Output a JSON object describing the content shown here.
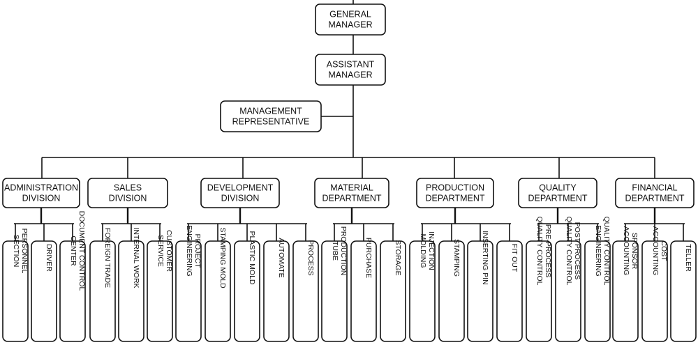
{
  "org_chart": {
    "general_manager": [
      "GENERAL",
      "MANAGER"
    ],
    "assistant_manager": [
      "ASSISTANT",
      "MANAGER"
    ],
    "management_representative": [
      "MANAGEMENT",
      "REPRESENTATIVE"
    ],
    "departments": [
      {
        "label": [
          "ADMINISTRATION",
          "DIVISION"
        ],
        "units": [
          [
            "PERSONNEL",
            "SECTION"
          ],
          [
            "DRIVER"
          ],
          [
            "DOCUMENT CONTROL",
            "CENTER"
          ]
        ]
      },
      {
        "label": [
          "SALES",
          "DIVISION"
        ],
        "units": [
          [
            "FOREIGN TRADE"
          ],
          [
            "INTERNAL WORK"
          ],
          [
            "CUSTOMER",
            "SERVICE"
          ]
        ]
      },
      {
        "label": [
          "DEVELOPMENT",
          "DIVISION"
        ],
        "units": [
          [
            "PROJECT",
            "ENGINEERING"
          ],
          [
            "STAMPING MOLD"
          ],
          [
            "PLASTIC MOLD"
          ],
          [
            "AUTOMATE"
          ],
          [
            "PROCESS"
          ]
        ]
      },
      {
        "label": [
          "MATERIAL",
          "DEPARTMENT"
        ],
        "units": [
          [
            "PRODUCTION",
            "TUBE"
          ],
          [
            "PURCHASE"
          ],
          [
            "STORAGE"
          ]
        ]
      },
      {
        "label": [
          "PRODUCTION",
          "DEPARTMENT"
        ],
        "units": [
          [
            "INJECTION",
            "MOLDING"
          ],
          [
            "STAMPING"
          ],
          [
            "INSERTING PIN"
          ],
          [
            "FIT OUT"
          ]
        ]
      },
      {
        "label": [
          "QUALITY",
          "DEPARTMENT"
        ],
        "units": [
          [
            "PRE-PROCESS",
            "QUALITY CONTROL"
          ],
          [
            "POST PROCESS",
            "QUALITY CONTROL"
          ],
          [
            "QUALITY CONTROL",
            "ENGINEERING"
          ]
        ]
      },
      {
        "label": [
          "FINANCIAL",
          "DEPARTMENT"
        ],
        "units": [
          [
            "SPONSOR",
            "ACCOUNTING"
          ],
          [
            "COST",
            "ACCOUNTING"
          ],
          [
            "TELLER"
          ]
        ]
      }
    ]
  }
}
